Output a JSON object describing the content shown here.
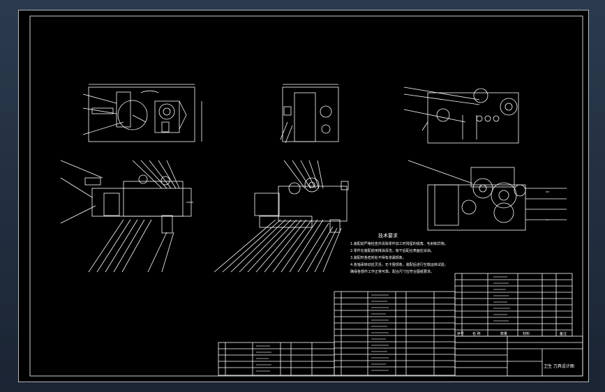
{
  "colors": {
    "background": "#000000",
    "line": "#ffffff",
    "frame": "#bdbdbd",
    "window": "#2b3a4e"
  },
  "title_block": {
    "drawing_name": "卫生   刀具设计图",
    "col_labels": [
      "序号",
      "名 称",
      "数量",
      "材料",
      "备注"
    ]
  },
  "notes": {
    "heading": "技术要求",
    "lines": [
      "1.装配前严格检查并清除零件加工时残留的锐角、毛刺和异物。",
      "2.零件在装配前用煤油清洗，晾干后配合表面应涂油。",
      "3.装配时各密封处不得有渗漏现象。",
      "4.各轴承转动应灵活，无卡阻现象，装配后进行空载运转试验，",
      "  确保各部件工作正常可靠，配合尺寸应符合图纸要求。"
    ]
  }
}
